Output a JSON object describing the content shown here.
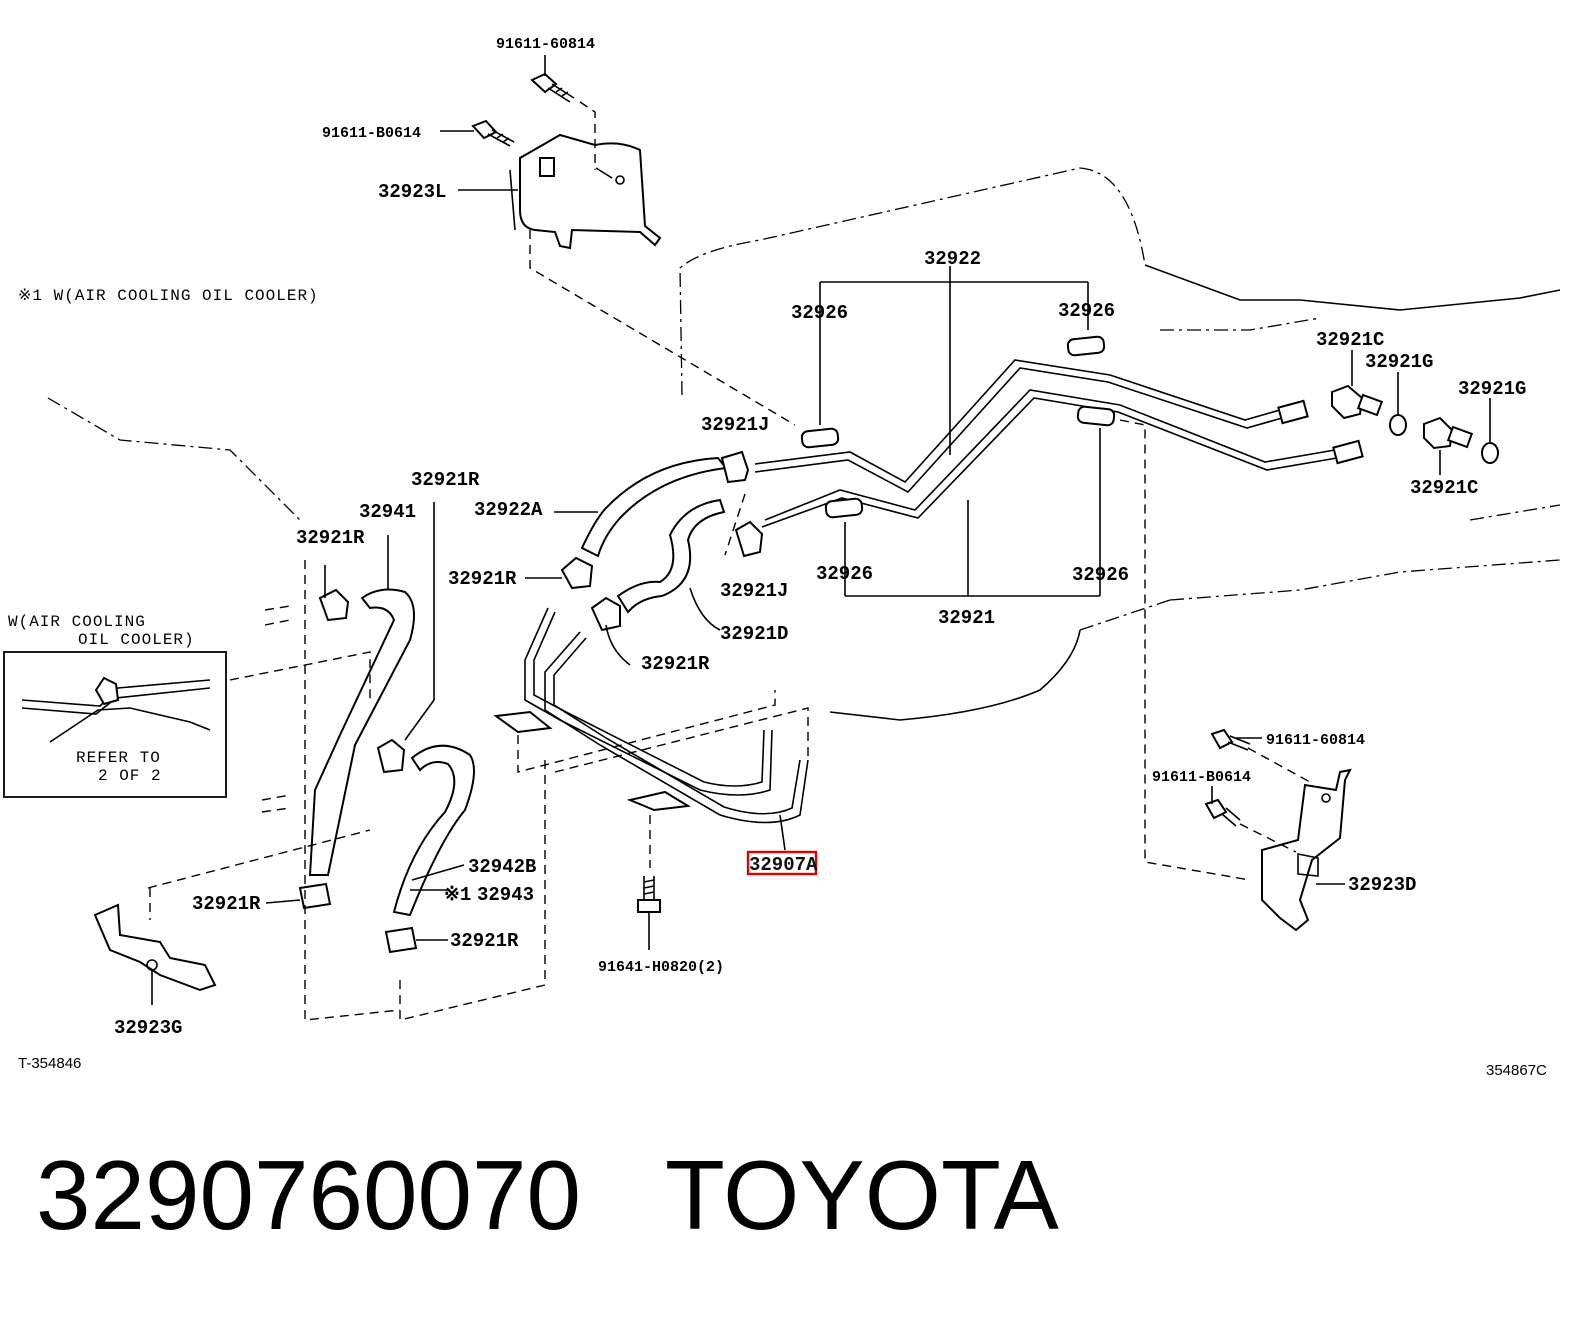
{
  "diagram": {
    "note_top": "※1 W(AIR COOLING OIL COOLER)",
    "inset_title_1": "W(AIR COOLING",
    "inset_title_2": "OIL COOLER)",
    "inset_refer_1": "REFER TO",
    "inset_refer_2": "2 OF 2",
    "code_left": "T-354846",
    "code_right": "354867C",
    "highlight_color": "#e00000",
    "labels": {
      "p91611_60814_top": "91611-60814",
      "p91611_B0614_top": "91611-B0614",
      "p32923L": "32923L",
      "p32922": "32922",
      "p32926_a": "32926",
      "p32926_b": "32926",
      "p32926_c": "32926",
      "p32926_d": "32926",
      "p32921C_a": "32921C",
      "p32921C_b": "32921C",
      "p32921G_a": "32921G",
      "p32921G_b": "32921G",
      "p32921J_a": "32921J",
      "p32921J_b": "32921J",
      "p32921R_top": "32921R",
      "p32941": "32941",
      "p32921R_left": "32921R",
      "p32922A": "32922A",
      "p32921R_mid": "32921R",
      "p32921D": "32921D",
      "p32921R_c": "32921R",
      "p32921": "32921",
      "p91611_60814_right": "91611-60814",
      "p91611_B0614_right": "91611-B0614",
      "p32923D": "32923D",
      "p32907A": "32907A",
      "p32942B": "32942B",
      "p32943_mark": "※1",
      "p32943": "32943",
      "p32921R_low_left": "32921R",
      "p32921R_low_mid": "32921R",
      "p91641": "91641-H0820(2)",
      "p32923G": "32923G"
    }
  },
  "footer": {
    "part_number": "3290760070",
    "brand": "TOYOTA"
  }
}
